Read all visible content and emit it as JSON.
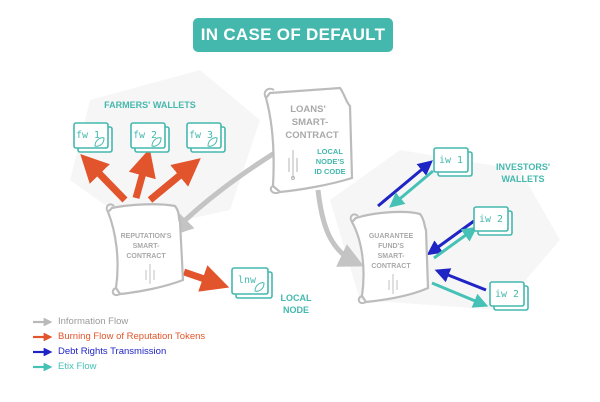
{
  "title": "IN CASE OF DEFAULT",
  "groups": {
    "farmers_wallets": "FARMERS' WALLETS",
    "investors_wallets_line1": "INVESTORS'",
    "investors_wallets_line2": "WALLETS",
    "local_node_line1": "LOCAL",
    "local_node_line2": "NODE"
  },
  "contracts": {
    "loans": [
      "LOANS'",
      "SMART-",
      "CONTRACT"
    ],
    "loans_id": [
      "LOCAL",
      "NODE'S",
      "ID CODE"
    ],
    "reputation": [
      "REPUTATION'S",
      "SMART-",
      "CONTRACT"
    ],
    "guarantee": [
      "GUARANTEE",
      "FUND'S",
      "SMART-",
      "CONTRACT"
    ]
  },
  "wallets": {
    "farmers": [
      "fw 1",
      "fw 2",
      "fw 3"
    ],
    "investors": [
      "iw 1",
      "iw 2",
      "iw 2"
    ],
    "local": "lnw"
  },
  "legend": [
    {
      "label": "Information Flow",
      "color": "#b9b9b9"
    },
    {
      "label": "Burning Flow of Reputation Tokens",
      "color": "#e2542b"
    },
    {
      "label": "Debt Rights Transmission",
      "color": "#1f24c4"
    },
    {
      "label": "Etix Flow",
      "color": "#45c1b6"
    }
  ],
  "colors": {
    "teal": "#45b8ad",
    "gray": "#bdbdbd",
    "orange": "#e2542b",
    "blue": "#1f24c4",
    "cyan": "#45c1b6"
  }
}
